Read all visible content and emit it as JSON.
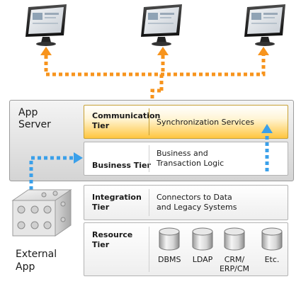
{
  "server": {
    "label_line1": "App",
    "label_line2": "Server"
  },
  "tiers": {
    "communication": {
      "name_line1": "Communication",
      "name_line2": "Tier",
      "desc_line1": "Synchronization Services"
    },
    "business": {
      "name_line1": "Business Tier",
      "desc_line1": "Business and",
      "desc_line2": "Transaction Logic"
    },
    "integration": {
      "name_line1": "Integration",
      "name_line2": "Tier",
      "desc_line1": "Connectors to Data",
      "desc_line2": "and Legacy Systems"
    },
    "resource": {
      "name_line1": "Resource",
      "name_line2": "Tier"
    }
  },
  "databases": [
    {
      "label_line1": "DBMS",
      "label_line2": ""
    },
    {
      "label_line1": "LDAP",
      "label_line2": ""
    },
    {
      "label_line1": "CRM/",
      "label_line2": "ERP/CM"
    },
    {
      "label_line1": "Etc.",
      "label_line2": ""
    }
  ],
  "external_app": {
    "label_line1": "External",
    "label_line2": "App"
  },
  "icons": {
    "client_monitor": "monitor-icon",
    "external_app": "dice-box-icon",
    "database": "database-cylinder-icon"
  },
  "colors": {
    "orange_arrow": "#f7941d",
    "blue_arrow": "#3aa0ea",
    "comm_tier_fill": "#ffc640",
    "panel_gray": "#e2e2e2"
  }
}
